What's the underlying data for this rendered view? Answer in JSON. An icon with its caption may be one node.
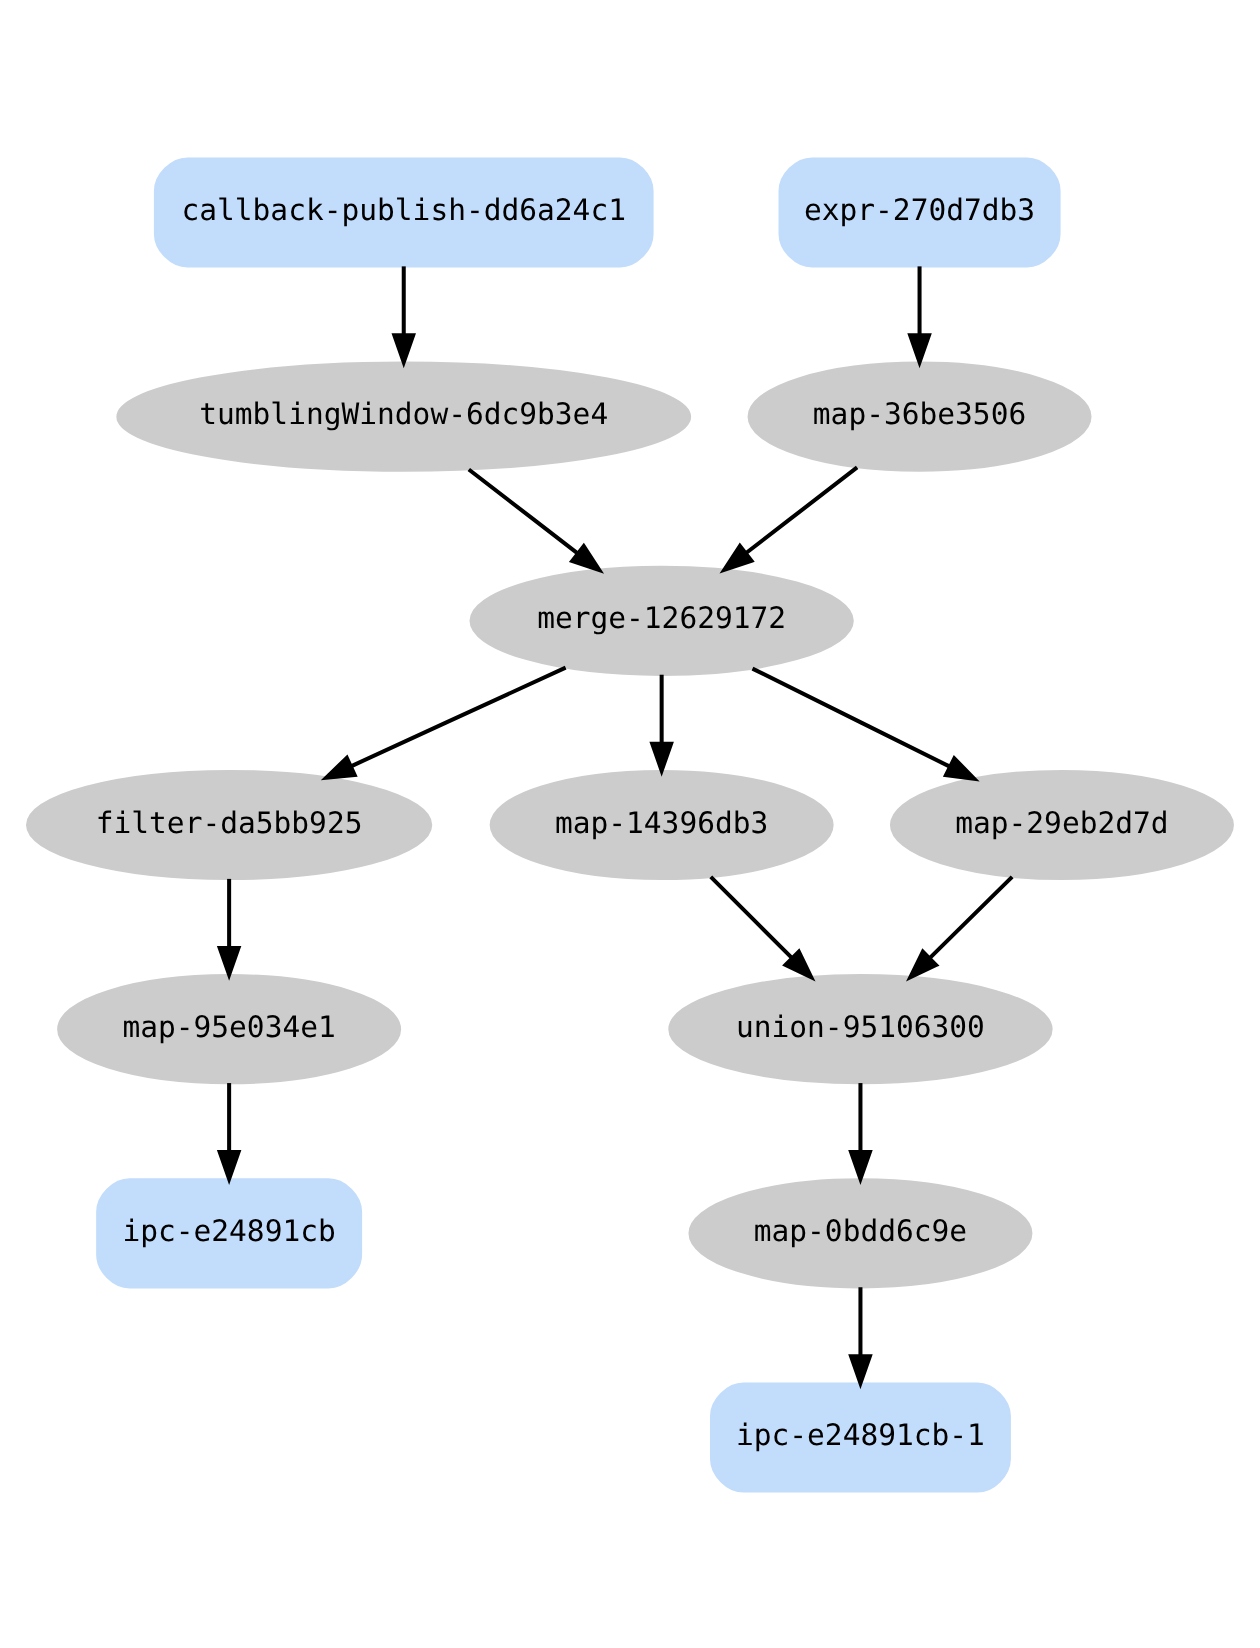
{
  "diagram": {
    "nodes": [
      {
        "text": [
          "callback-publish-dd6a24c1"
        ]
      },
      {
        "text": [
          "expr-270d7db3"
        ]
      },
      {
        "text": [
          "tumblingWindow-6dc9b3e4"
        ]
      },
      {
        "text": [
          "map-36be3506"
        ]
      },
      {
        "text": [
          "merge-12629172"
        ]
      },
      {
        "text": [
          "filter-da5bb925"
        ]
      },
      {
        "text": [
          "map-14396db3"
        ]
      },
      {
        "text": [
          "map-29eb2d7d"
        ]
      },
      {
        "text": [
          "map-95e034e1"
        ]
      },
      {
        "text": [
          "union-95106300"
        ]
      },
      {
        "text": [
          "ipc-e24891cb"
        ]
      },
      {
        "text": [
          "map-0bdd6c9e"
        ]
      },
      {
        "text": [
          "ipc-e24891cb-1"
        ]
      }
    ],
    "edges": [
      {
        "from": 0,
        "to": 2,
        "arrow": "to"
      },
      {
        "from": 1,
        "to": 3,
        "arrow": "to"
      },
      {
        "from": 2,
        "to": 4,
        "arrow": "to"
      },
      {
        "from": 3,
        "to": 4,
        "arrow": "to"
      },
      {
        "from": 4,
        "to": 5,
        "arrow": "to"
      },
      {
        "from": 4,
        "to": 6,
        "arrow": "to"
      },
      {
        "from": 4,
        "to": 7,
        "arrow": "to"
      },
      {
        "from": 5,
        "to": 8,
        "arrow": "to"
      },
      {
        "from": 6,
        "to": 9,
        "arrow": "to"
      },
      {
        "from": 7,
        "to": 9,
        "arrow": "to"
      },
      {
        "from": 8,
        "to": 10,
        "arrow": "to"
      },
      {
        "from": 9,
        "to": 11,
        "arrow": "to"
      },
      {
        "from": 11,
        "to": 12,
        "arrow": "to"
      }
    ]
  }
}
